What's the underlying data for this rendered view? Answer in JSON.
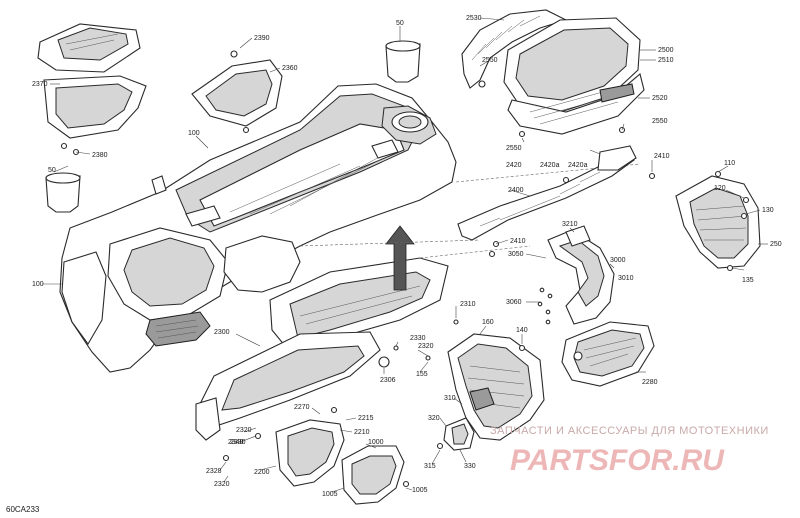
{
  "diagram_code": "60CA233",
  "watermark": {
    "tagline": "ЗАПЧАСТИ И АКСЕССУАРЫ ДЛЯ МОТОТЕХНИКИ",
    "logo": "PARTSFOR.RU"
  },
  "labels": {
    "l2530": "2530",
    "l2550a": "2550",
    "l2500": "2500",
    "l2510": "2510",
    "l2520": "2520",
    "l2550b": "2550",
    "l2550c": "2550",
    "l2420": "2420",
    "l2420a": "2420a",
    "l2420b": "2420a",
    "l2410a": "2410",
    "l2400": "2400",
    "l2410b": "2410",
    "l50a": "50",
    "l50b": "50",
    "l2390": "2390",
    "l2380": "2380",
    "l2370": "2370",
    "l2360": "2360",
    "l100a": "100",
    "l100b": "100",
    "l110": "110",
    "l120": "120",
    "l130": "130",
    "l250": "250",
    "l135": "135",
    "l3210": "3210",
    "l3000": "3000",
    "l3010": "3010",
    "l3050": "3050",
    "l3060": "3060",
    "l2280": "2280",
    "l140": "140",
    "l160": "160",
    "l2310": "2310",
    "l2300": "2300",
    "l2330": "2330",
    "l2320a": "2320",
    "l155": "155",
    "l2306": "2306",
    "l310": "310",
    "l320": "320",
    "l315": "315",
    "l330": "330",
    "l2270": "2270",
    "l2215": "2215",
    "l2210": "2210",
    "l2340": "2340",
    "l2320b": "2320",
    "l2330b": "2330",
    "l2200": "2200",
    "l2328": "2328",
    "l2320c": "2320",
    "l1000": "1000",
    "l1005a": "1005",
    "l1005b": "1005"
  }
}
